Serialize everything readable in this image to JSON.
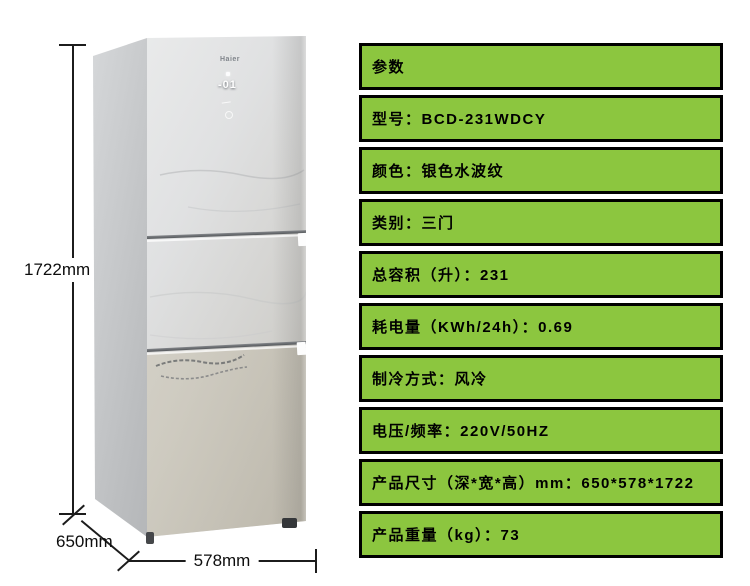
{
  "figure": {
    "brand": "Haier",
    "display_text": "-01",
    "dimensions": {
      "height": "1722mm",
      "depth": "650mm",
      "width": "578mm"
    }
  },
  "specs": {
    "accent_color": "#8cc63f",
    "border_color": "#000000",
    "rows": [
      "参数",
      "型号：BCD-231WDCY",
      "颜色：银色水波纹",
      "类别：三门",
      "总容积（升）：231",
      "耗电量（KWh/24h）：0.69",
      "制冷方式：风冷",
      "电压/频率：220V/50HZ",
      "产品尺寸（深*宽*高）mm：650*578*1722",
      "产品重量（kg）：73"
    ]
  }
}
